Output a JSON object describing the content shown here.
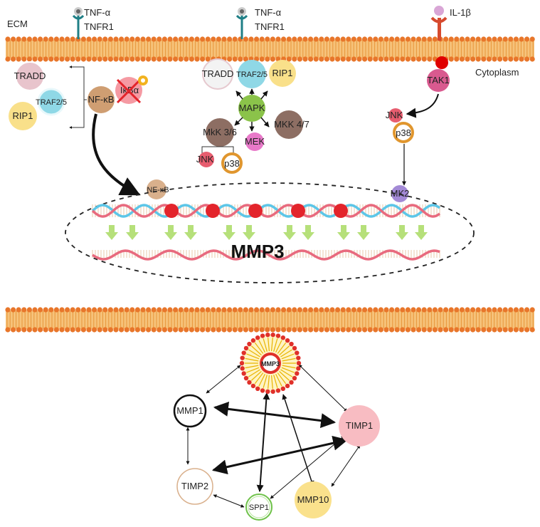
{
  "regions": {
    "ecm": "ECM",
    "cytoplasm": "Cytoplasm"
  },
  "receptors": {
    "left": {
      "ligand": "TNF-α",
      "receptor": "TNFR1"
    },
    "middle": {
      "ligand": "TNF-α",
      "receptor": "TNFR1"
    },
    "right": {
      "ligand": "IL-1β"
    }
  },
  "left_pathway": {
    "tradd": "TRADD",
    "traf": "TRAF2/5",
    "rip1": "RIP1",
    "nfkb": "NF-κB",
    "ikba": "IκBα",
    "nfkb_nucleus": "NF-κB"
  },
  "middle_pathway": {
    "tradd": "TRADD",
    "traf": "TRAF2/5",
    "rip1": "RIP1",
    "mapk": "MAPK",
    "mkk36": "MkK 3/6",
    "mkk47": "MKK 4/7",
    "mek": "MEK",
    "jnk": "JNK",
    "p38": "p38"
  },
  "right_pathway": {
    "tak1": "TAK1",
    "jnk": "JNK",
    "p38": "p38",
    "mk2": "MK2"
  },
  "nucleus": {
    "gene": "MMP3"
  },
  "network": {
    "hub": "MMP3",
    "nodes": {
      "mmp1": "MMP1",
      "timp1": "TIMP1",
      "timp2": "TIMP2",
      "spp1": "SPP1",
      "mmp10": "MMP10"
    }
  },
  "colors": {
    "membrane": "#e8963a",
    "membrane_head": "#e8762a",
    "dna_pink": "#e86a7e",
    "dna_blue": "#5cc6e8",
    "arrow_green": "#b6e07a",
    "tradd": "#e8c4cc",
    "traf": "#8fd8e6",
    "rip1": "#f9e08a",
    "nfkb": "#cf9e72",
    "ikba": "#f59aa3",
    "mapk": "#8bc34a",
    "mkk": "#8d6e63",
    "mek": "#e879c9",
    "jnk": "#e75d6f",
    "p38_ring": "#e0962e",
    "tak1": "#d95a8f",
    "mk2": "#a38ad6",
    "timp1": "#f8bcc2",
    "mmp10": "#fae18c",
    "spp1_ring": "#6fc24a",
    "timp2_ring": "#d9b08c"
  }
}
